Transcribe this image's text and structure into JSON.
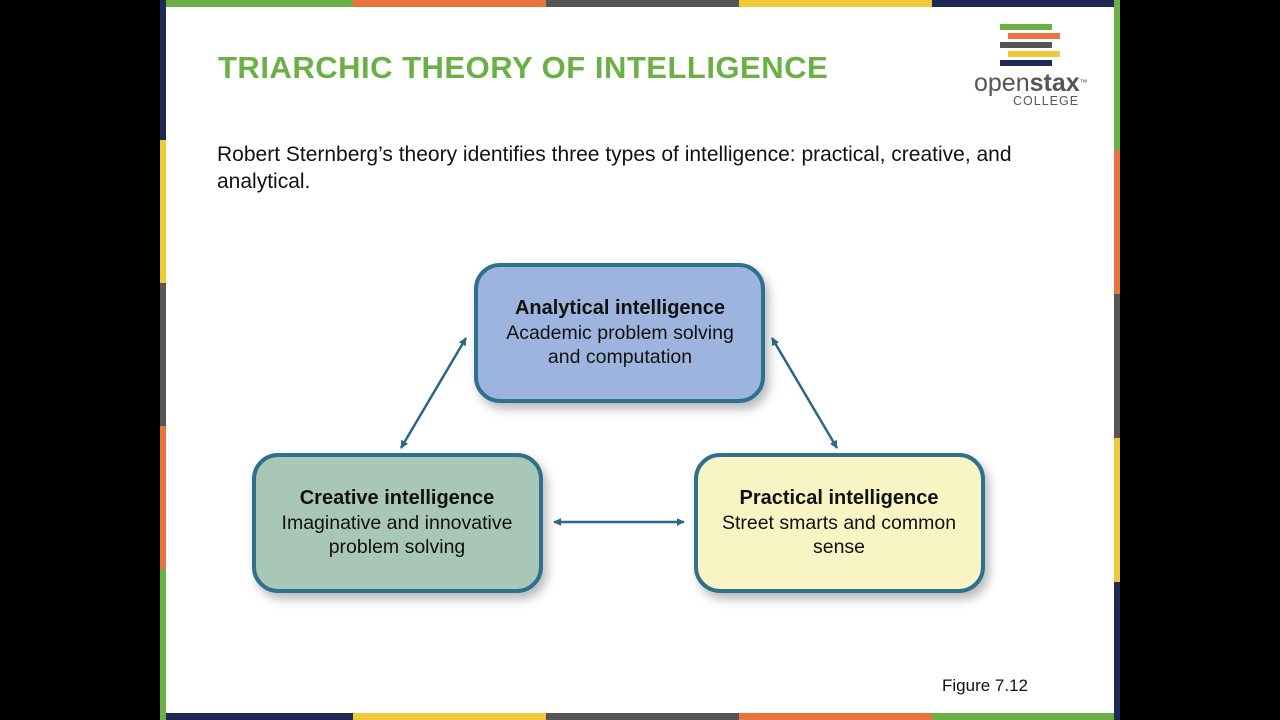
{
  "title": "TRIARCHIC THEORY OF INTELLIGENCE",
  "logo": {
    "word_regular": "open",
    "word_bold": "stax",
    "trademark": "™",
    "subtitle": "COLLEGE"
  },
  "intro": "Robert Sternberg’s theory identifies three types of intelligence: practical, creative, and analytical.",
  "diagram": {
    "nodes": {
      "analytical": {
        "title": "Analytical intelligence",
        "line1": "Academic problem solving",
        "line2": "and computation",
        "fill": "#9db5de",
        "stroke": "#2e6f8e"
      },
      "creative": {
        "title": "Creative intelligence",
        "line1": "Imaginative and innovative",
        "line2": "problem solving",
        "fill": "#a9c7b6",
        "stroke": "#2e6f8e"
      },
      "practical": {
        "title": "Practical intelligence",
        "line1": "Street smarts and common",
        "line2": "sense",
        "fill": "#f8f4c4",
        "stroke": "#2e6f8e"
      }
    },
    "arrow_color": "#2b6789"
  },
  "figure_label": "Figure 7.12",
  "colors": {
    "title": "#6ab045",
    "green": "#6ab045",
    "orange": "#e8763c",
    "gray": "#555555",
    "yellow": "#f0c93a",
    "navy": "#1e2a55"
  }
}
